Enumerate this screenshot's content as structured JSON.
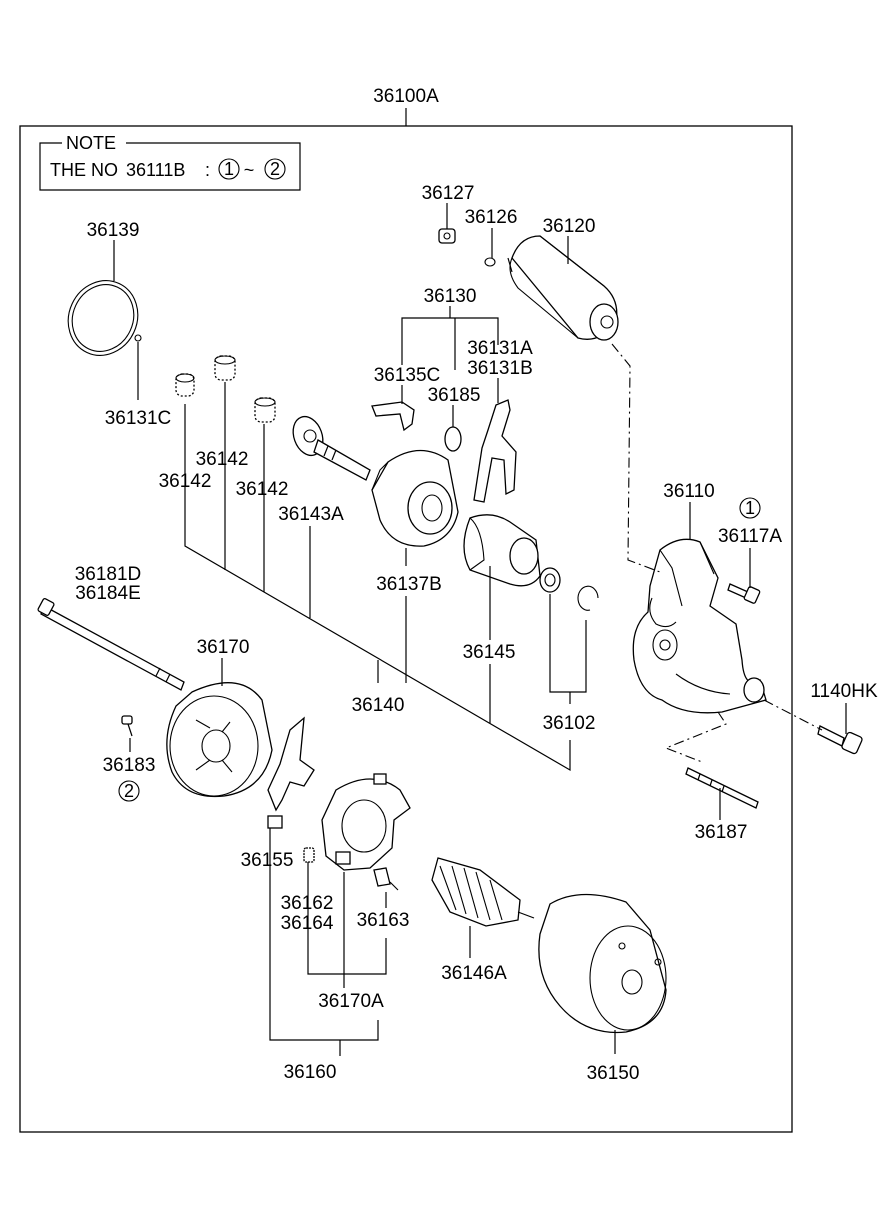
{
  "assembly_label": "36100A",
  "note": {
    "title": "NOTE",
    "prefix": "THE NO",
    "part_ref": "36111B",
    "separator": ":",
    "from": "1",
    "range_sep": "~",
    "to": "2"
  },
  "labels": {
    "p36139": "36139",
    "p36131C": "36131C",
    "p36127": "36127",
    "p36126": "36126",
    "p36120": "36120",
    "p36130": "36130",
    "p36135C": "36135C",
    "p36185": "36185",
    "p36131A": "36131A",
    "p36131B": "36131B",
    "p36142a": "36142",
    "p36142b": "36142",
    "p36142c": "36142",
    "p36143A": "36143A",
    "p36137B": "36137B",
    "p36110": "36110",
    "p36117A": "36117A",
    "p36117A_circle": "1",
    "p36181D": "36181D",
    "p36184E": "36184E",
    "p36170": "36170",
    "p36140": "36140",
    "p36145": "36145",
    "p36102": "36102",
    "p1140HK": "1140HK",
    "p36183": "36183",
    "p36183_circle": "2",
    "p36187": "36187",
    "p36155": "36155",
    "p36162": "36162",
    "p36164": "36164",
    "p36163": "36163",
    "p36146A": "36146A",
    "p36170A": "36170A",
    "p36150": "36150",
    "p36160": "36160"
  }
}
